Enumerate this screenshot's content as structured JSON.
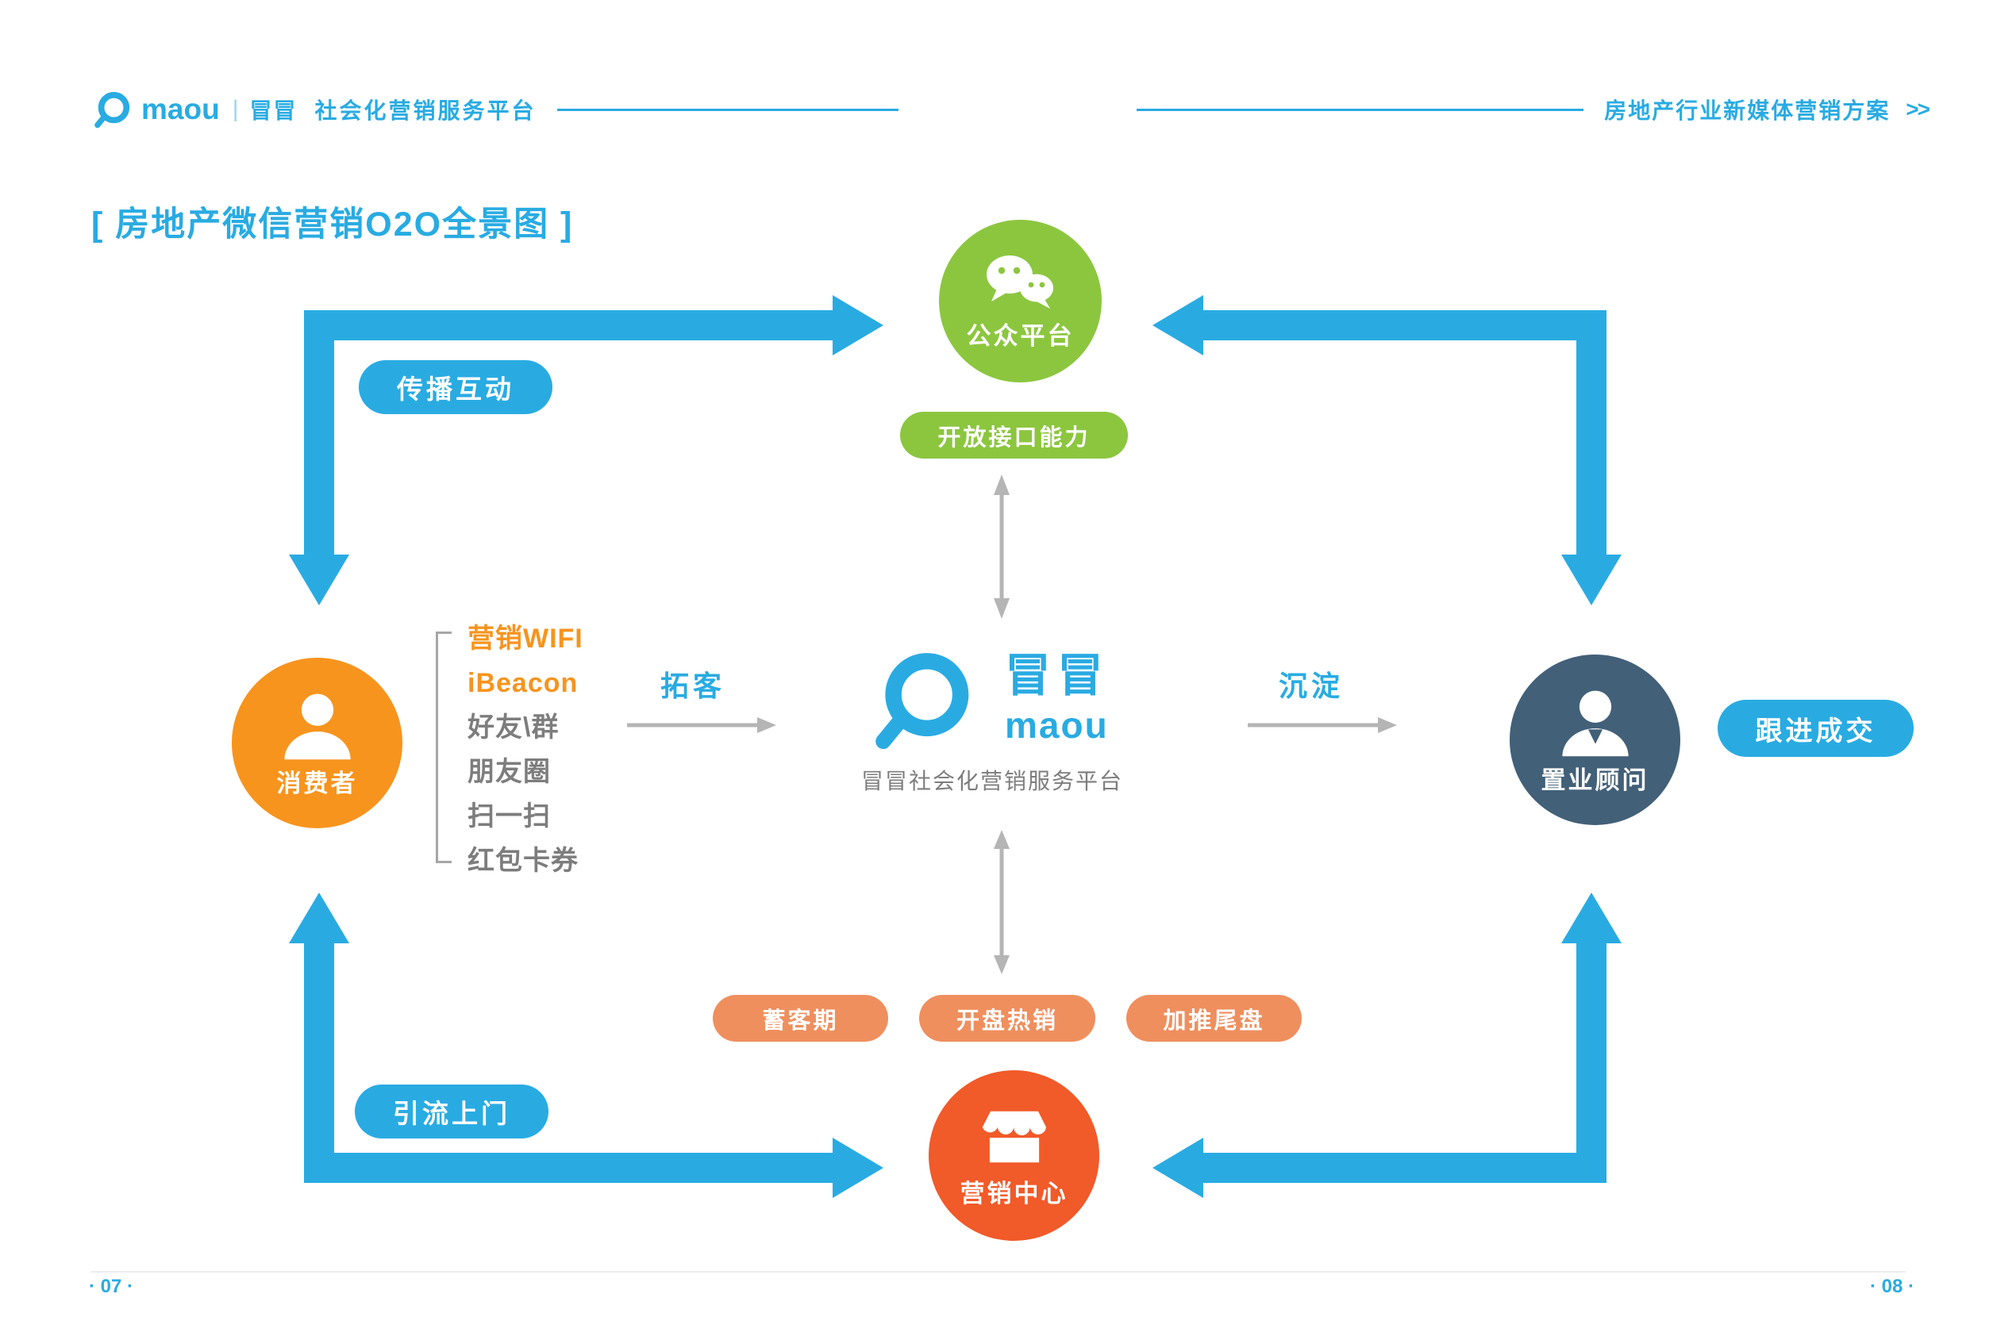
{
  "header": {
    "brand_en": "maou",
    "divider": "|",
    "brand_cn": "冒冒",
    "tagline": "社会化营销服务平台",
    "doc_title": "房地产行业新媒体营销方案",
    "chevrons": ">>"
  },
  "title": "[ 房地产微信营销O2O全景图 ]",
  "nodes": {
    "public_platform": "公众平台",
    "open_api": "开放接口能力",
    "consumer": "消费者",
    "consultant": "置业顾问",
    "marketing_center": "营销中心"
  },
  "center_logo": {
    "brand_cn": "冒冒",
    "brand_en": "maou",
    "caption": "冒冒社会化营销服务平台"
  },
  "labels": {
    "spread_interact": "传播互动",
    "acquire": "拓客",
    "settle": "沉淀",
    "follow_deal": "跟进成交",
    "lead_in": "引流上门"
  },
  "channels": [
    "营销WIFI",
    "iBeacon",
    "好友\\群",
    "朋友圈",
    "扫一扫",
    "红包卡券"
  ],
  "phases": [
    "蓄客期",
    "开盘热销",
    "加推尾盘"
  ],
  "footer": {
    "page_left": "· 07 ·",
    "page_right": "· 08 ·"
  },
  "colors": {
    "blue": "#29abe2",
    "green": "#8cc63f",
    "orange": "#f7941e",
    "redorange": "#f15a29",
    "pill": "#ef8f5e",
    "navy": "#426078",
    "grayarrow": "#b5b5b5",
    "textgray": "#7d7d7d"
  }
}
